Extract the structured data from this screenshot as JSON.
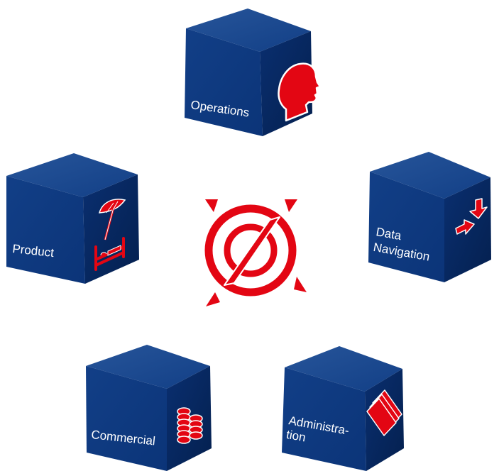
{
  "colors": {
    "cube_top": "#1f4a8e",
    "cube_front": "#0f3a82",
    "cube_side": "#072a66",
    "accent": "#e30613",
    "background": "#ffffff"
  },
  "center": {
    "icon": "compass-emblem-icon"
  },
  "cubes": {
    "operations": {
      "label_lines": [
        "Operations"
      ],
      "icon": "head-profile-icon"
    },
    "product": {
      "label_lines": [
        "Product"
      ],
      "icon": "umbrella-bed-icon"
    },
    "data_navigation": {
      "label_lines": [
        "Data",
        "Navigation"
      ],
      "icon": "arrows-icon"
    },
    "commercial": {
      "label_lines": [
        "Commercial"
      ],
      "icon": "coin-stacks-icon"
    },
    "administration": {
      "label_lines": [
        "Administra-",
        "tion"
      ],
      "icon": "documents-icon"
    }
  }
}
